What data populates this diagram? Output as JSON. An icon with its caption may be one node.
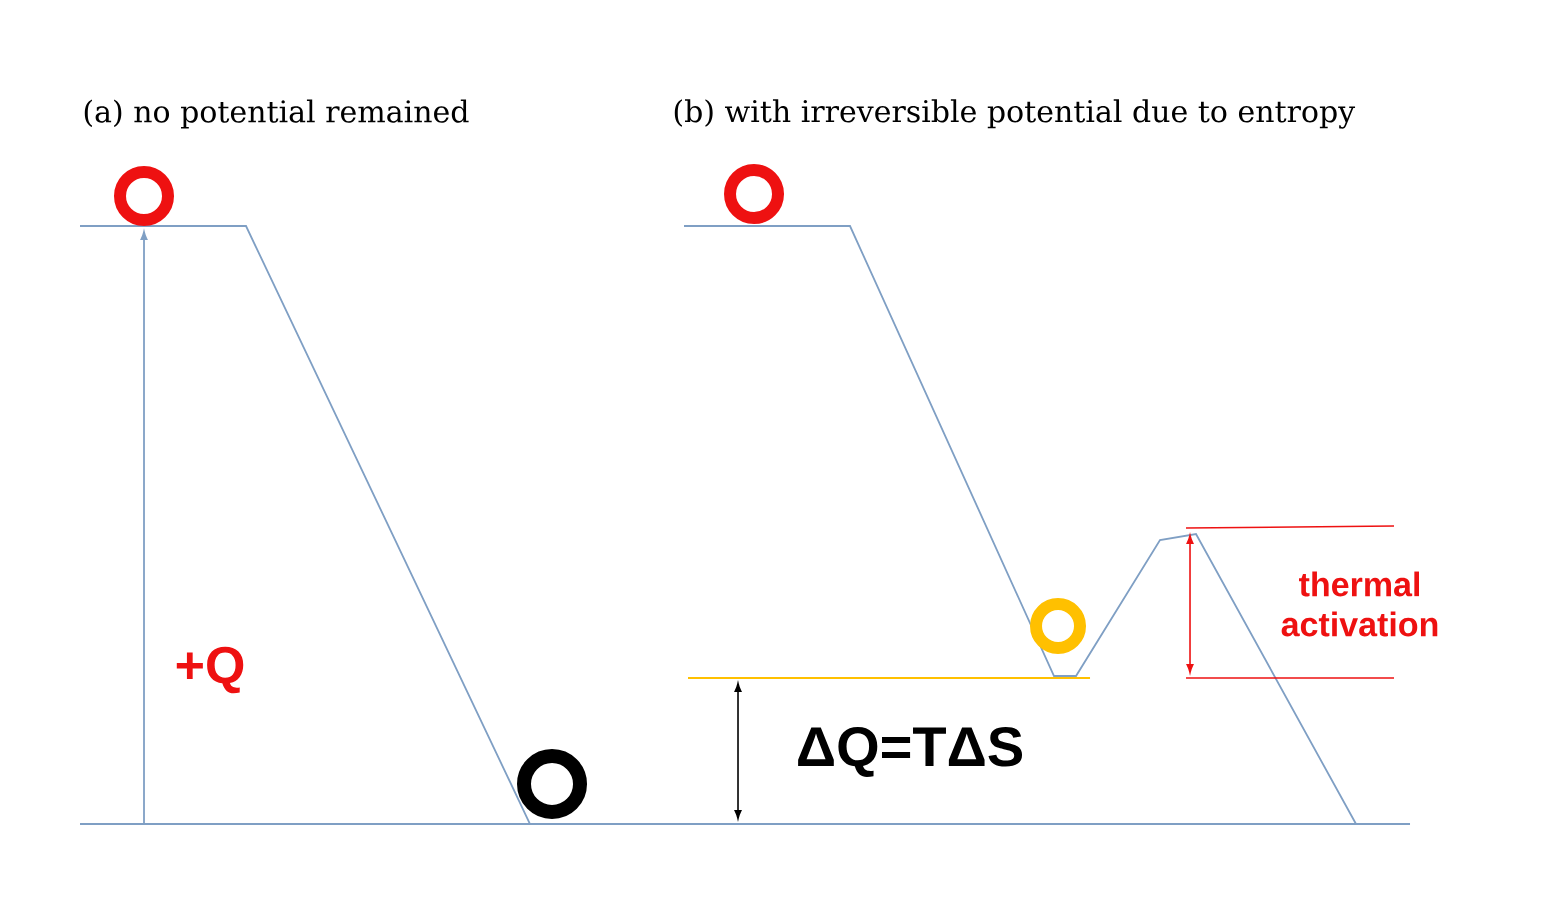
{
  "diagram": {
    "nodes": [
      {
        "text": [],
        "shape": "circle"
      },
      {
        "text": [],
        "shape": "circle"
      },
      {
        "text": [],
        "shape": "circle"
      },
      {
        "text": [],
        "shape": "circle"
      }
    ],
    "labels": [
      "(a) no potential remained",
      "(b) with irreversible potential due to entropy",
      "+Q",
      "ΔQ=TΔS",
      "thermal activation"
    ]
  }
}
